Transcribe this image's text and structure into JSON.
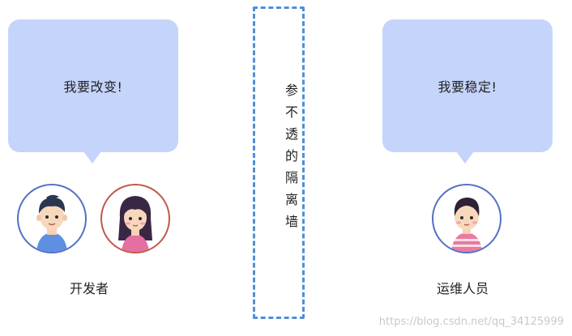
{
  "left_group": {
    "bubble_text": "我要改变!",
    "label": "开发者"
  },
  "right_group": {
    "bubble_text": "我要稳定!",
    "label": "运维人员"
  },
  "wall": {
    "text": "参不透的隔离墙"
  },
  "watermark": "https://blog.csdn.net/qq_34125999",
  "colors": {
    "bubble": "#c4d4fb",
    "wall_border": "#4f8fd9",
    "avatar_blue_ring": "#5470c6",
    "avatar_red_ring": "#c0584a"
  },
  "icons": [
    "developer-boy-icon",
    "developer-girl-icon",
    "ops-person-icon"
  ]
}
